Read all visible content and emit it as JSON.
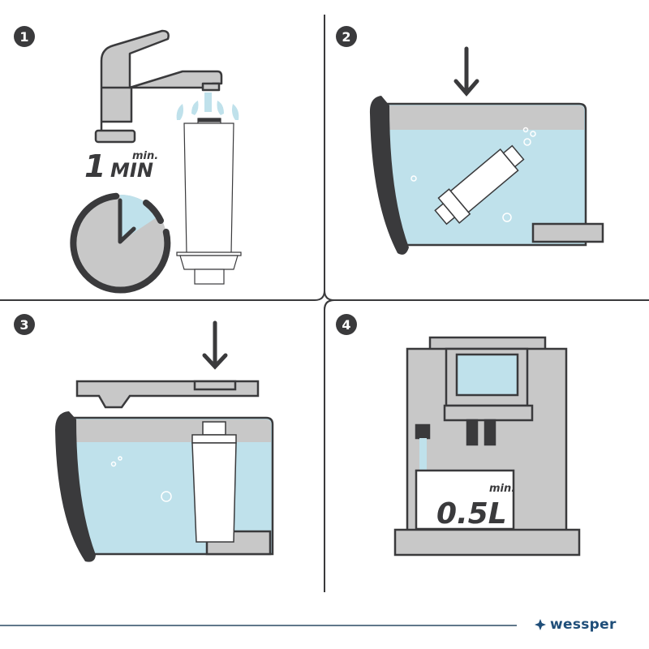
{
  "steps": [
    {
      "number": "1",
      "timer_value": "1",
      "timer_unit": "MIN",
      "timer_qualifier": "min."
    },
    {
      "number": "2"
    },
    {
      "number": "3"
    },
    {
      "number": "4",
      "volume_qualifier": "min.",
      "volume_value": "0.5L"
    }
  ],
  "brand": {
    "name": "wessper",
    "icon": "diamond-star-icon"
  },
  "colors": {
    "dark": "#3a3a3c",
    "gray": "#c8c8c8",
    "water": "#bfe1eb",
    "brand": "#1f4e79"
  }
}
